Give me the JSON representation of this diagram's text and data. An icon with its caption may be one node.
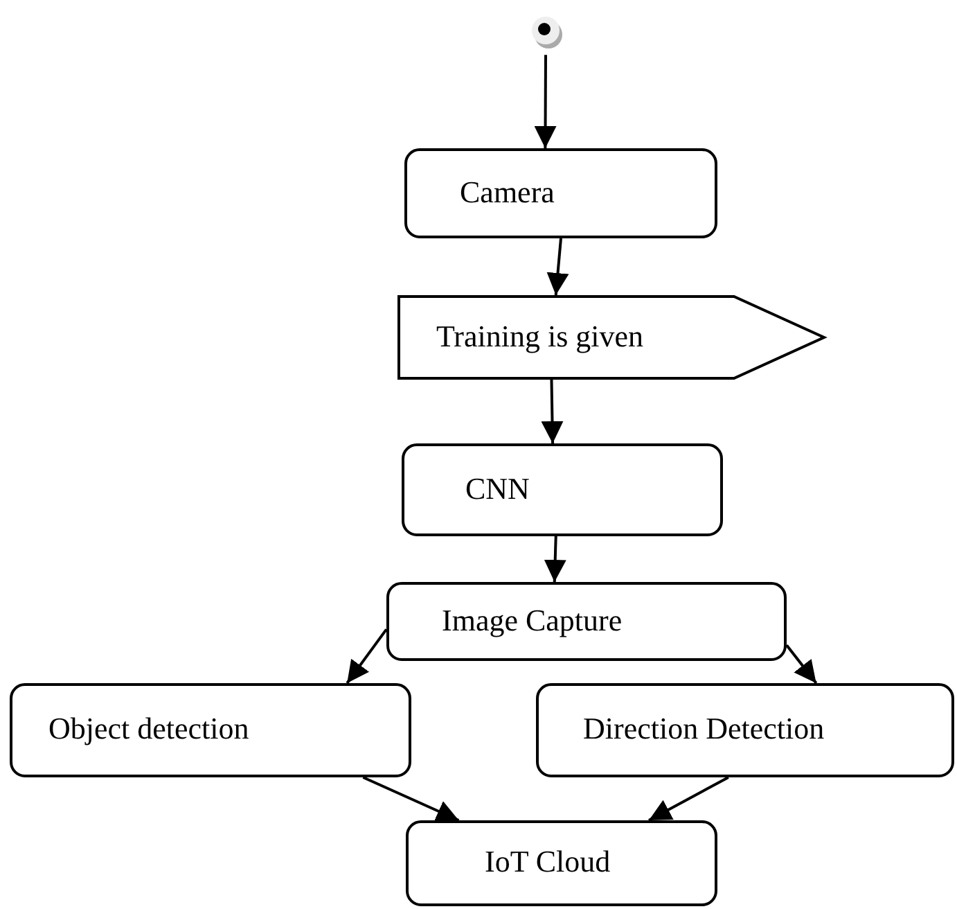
{
  "diagram": {
    "nodes": [
      {
        "text": [],
        "shape": "circle"
      },
      {
        "text": [
          "Camera"
        ]
      },
      {
        "text": [
          "Training is given"
        ]
      },
      {
        "text": [
          "CNN"
        ]
      },
      {
        "text": [
          "Image Capture"
        ]
      },
      {
        "text": [
          "Object detection"
        ]
      },
      {
        "text": [
          "Direction Detection"
        ]
      },
      {
        "text": [
          "IoT Cloud"
        ]
      }
    ],
    "edges": [
      {
        "from": 0,
        "to": 1,
        "arrow": "to"
      },
      {
        "from": 1,
        "to": 2,
        "arrow": "to"
      },
      {
        "from": 2,
        "to": 3,
        "arrow": "to"
      },
      {
        "from": 3,
        "to": 4,
        "arrow": "to"
      },
      {
        "from": 4,
        "to": 5,
        "arrow": "to"
      },
      {
        "from": 4,
        "to": 6,
        "arrow": "to"
      },
      {
        "from": 5,
        "to": 7,
        "arrow": "to"
      },
      {
        "from": 6,
        "to": 7,
        "arrow": "to"
      }
    ]
  }
}
